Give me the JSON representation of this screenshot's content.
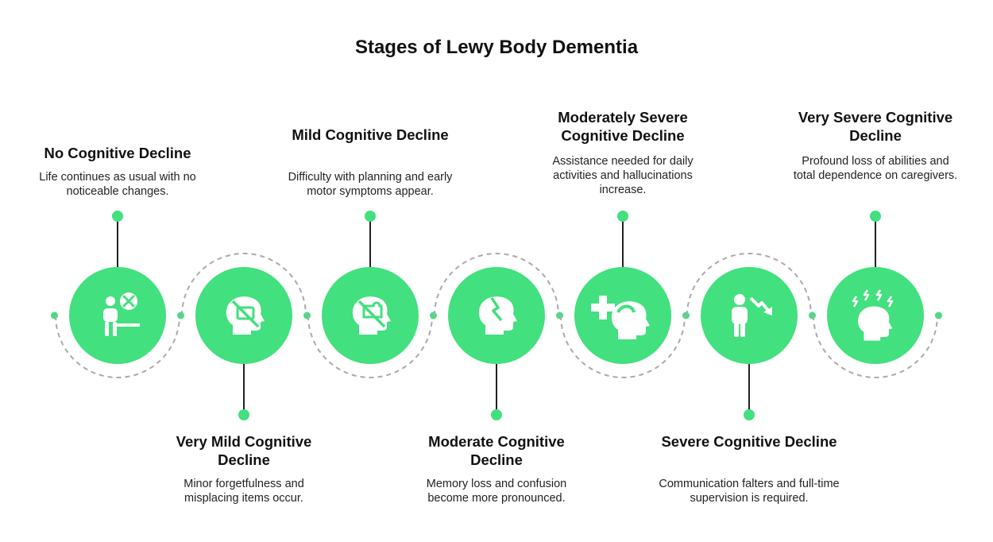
{
  "title": "Stages of Lewy Body Dementia",
  "colors": {
    "accent": "#42e07e",
    "line": "#222222",
    "dash": "#aaaaaa",
    "icon": "#ffffff"
  },
  "stages": [
    {
      "title": "No Cognitive Decline",
      "description": "Life continues as usual with no noticeable changes.",
      "icon": "person-cross-icon"
    },
    {
      "title": "Very Mild Cognitive Decline",
      "description": "Minor forgetfulness and misplacing items occur.",
      "icon": "head-slash-icon"
    },
    {
      "title": "Mild Cognitive Decline",
      "description": "Difficulty with planning and early motor symptoms appear.",
      "icon": "head-puzzle-slash-icon"
    },
    {
      "title": "Moderate Cognitive Decline",
      "description": "Memory loss and confusion become more pronounced.",
      "icon": "head-crack-icon"
    },
    {
      "title": "Moderately Severe Cognitive Decline",
      "description": "Assistance needed for daily activities and hallucinations increase.",
      "icon": "head-medical-cross-icon"
    },
    {
      "title": "Severe Cognitive Decline",
      "description": "Communication falters and full-time supervision is required.",
      "icon": "person-decline-arrow-icon"
    },
    {
      "title": "Very Severe Cognitive Decline",
      "description": "Profound loss of abilities and total dependence on caregivers.",
      "icon": "head-lightning-icon"
    }
  ]
}
